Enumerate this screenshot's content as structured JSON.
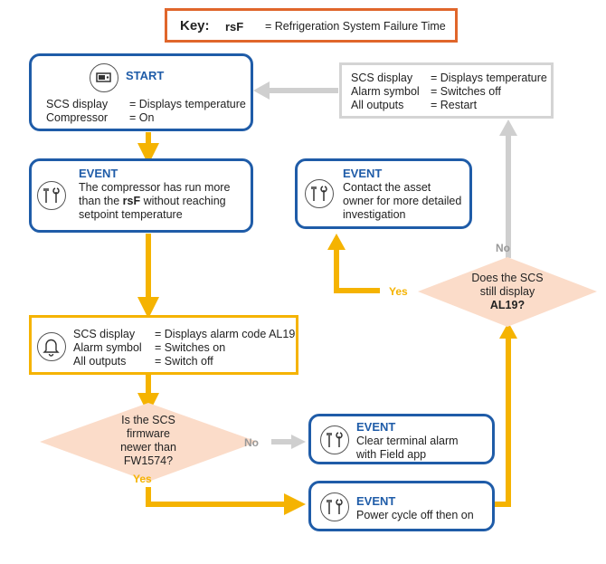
{
  "key": {
    "label": "Key:",
    "abbr": "rsF",
    "definition": "= Refrigeration System Failure Time"
  },
  "start": {
    "title": "START",
    "rows": [
      {
        "name": "SCS display",
        "value": "= Displays temperature"
      },
      {
        "name": "Compressor",
        "value": "= On"
      }
    ]
  },
  "event_compressor": {
    "title": "EVENT",
    "line1": "The compressor has run more",
    "line2_pre": "than the ",
    "line2_bold": "rsF",
    "line2_post": " without reaching",
    "line3": "setpoint temperature"
  },
  "alarm_state": {
    "rows": [
      {
        "name": "SCS display",
        "value": "= Displays alarm code AL19"
      },
      {
        "name": "Alarm symbol",
        "value": "= Switches on"
      },
      {
        "name": "All outputs",
        "value": "= Switch off"
      }
    ]
  },
  "decision_firmware": {
    "lines": [
      "Is the SCS",
      "firmware",
      "newer than",
      "FW1574?"
    ],
    "no_label": "No",
    "yes_label": "Yes"
  },
  "event_clear": {
    "title": "EVENT",
    "line1": "Clear terminal alarm",
    "line2": "with Field app"
  },
  "event_power": {
    "title": "EVENT",
    "line1": "Power cycle off then on"
  },
  "decision_still": {
    "lines": [
      "Does the SCS",
      "still display"
    ],
    "bold_line": "AL19?",
    "no_label": "No",
    "yes_label": "Yes"
  },
  "event_contact": {
    "title": "EVENT",
    "line1": "Contact the asset",
    "line2": "owner for more detailed",
    "line3": "investigation"
  },
  "restart_state": {
    "rows": [
      {
        "name": "SCS display",
        "value": "= Displays temperature"
      },
      {
        "name": "Alarm symbol",
        "value": "= Switches off"
      },
      {
        "name": "All outputs",
        "value": "= Restart"
      }
    ]
  },
  "colors": {
    "event_border": "#1f5ca8",
    "flow_arrow": "#f5b301",
    "no_arrow": "#cfcfcf",
    "decision_fill": "#fbdcc9",
    "key_border": "#e0662b"
  }
}
